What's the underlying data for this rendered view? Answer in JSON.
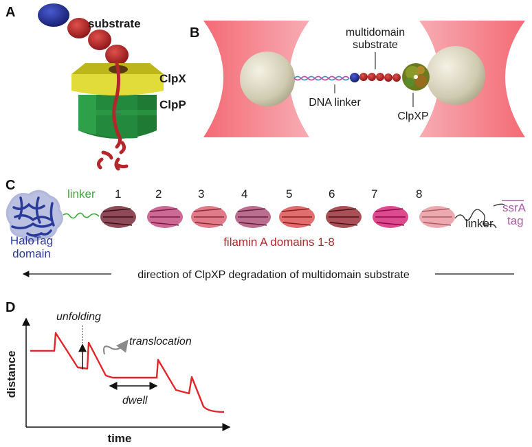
{
  "panels": {
    "A": {
      "letter": "A",
      "substrate_label": "substrate",
      "clpx_label": "ClpX",
      "clpp_label": "ClpP",
      "colors": {
        "substrate_head": "#1c2a8c",
        "substrate_beads": "#b3262a",
        "clpx": "#d8d21c",
        "clpp": "#1f8a3a"
      }
    },
    "B": {
      "letter": "B",
      "multidomain_label": "multidomain",
      "substrate_label": "substrate",
      "dna_linker_label": "DNA linker",
      "clpxp_label": "ClpXP",
      "colors": {
        "trap": "#f07a82",
        "bead": "#d8d4b8"
      }
    },
    "C": {
      "letter": "C",
      "linker_green_label": "linker",
      "domain_numbers": [
        "1",
        "2",
        "3",
        "4",
        "5",
        "6",
        "7",
        "8"
      ],
      "linker_black_label": "linker",
      "ssra_label": "ssrA",
      "tag_label": "tag",
      "halotag_label": "HaloTag",
      "domain_label": "domain",
      "filamin_label": "filamin A domains 1-8",
      "direction_label": "direction of ClpXP degradation of multidomain substrate",
      "colors": {
        "halotag": "#2a3a9a",
        "linker_green": "#3aa83a",
        "filamin_text": "#b3262a",
        "ssra": "#b05aa8"
      }
    },
    "D": {
      "letter": "D",
      "unfolding_label": "unfolding",
      "translocation_label": "translocation",
      "dwell_label": "dwell",
      "ylabel": "distance",
      "xlabel": "time",
      "trace_color": "#e0262a"
    }
  }
}
